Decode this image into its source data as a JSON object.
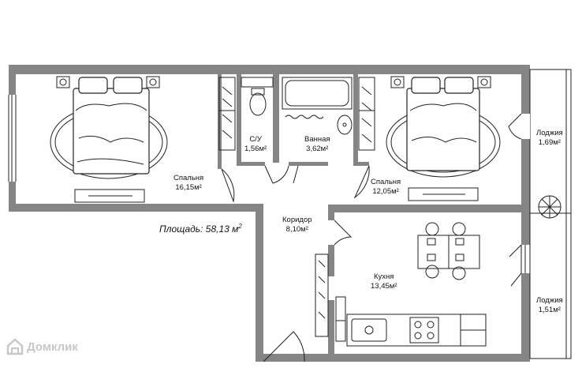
{
  "plan": {
    "total_area": "Площадь: 58,13 м",
    "total_area_sup": "2",
    "rooms": [
      {
        "name": "Спальня",
        "area": "16,15м²"
      },
      {
        "name": "С/У",
        "area": "1,56м²"
      },
      {
        "name": "Ванная",
        "area": "3,62м²"
      },
      {
        "name": "Спальня",
        "area": "12,05м²"
      },
      {
        "name": "Лоджия",
        "area": "1,69м²"
      },
      {
        "name": "Коридор",
        "area": "8,10м²"
      },
      {
        "name": "Кухня",
        "area": "13,45м²"
      },
      {
        "name": "Лоджия",
        "area": "1,51м²"
      }
    ]
  },
  "watermark": {
    "text": "Домклик",
    "icon": "domclick-logo-icon"
  },
  "colors": {
    "wall": "#858585",
    "line": "#222222",
    "watermark": "#c7c7c7"
  }
}
